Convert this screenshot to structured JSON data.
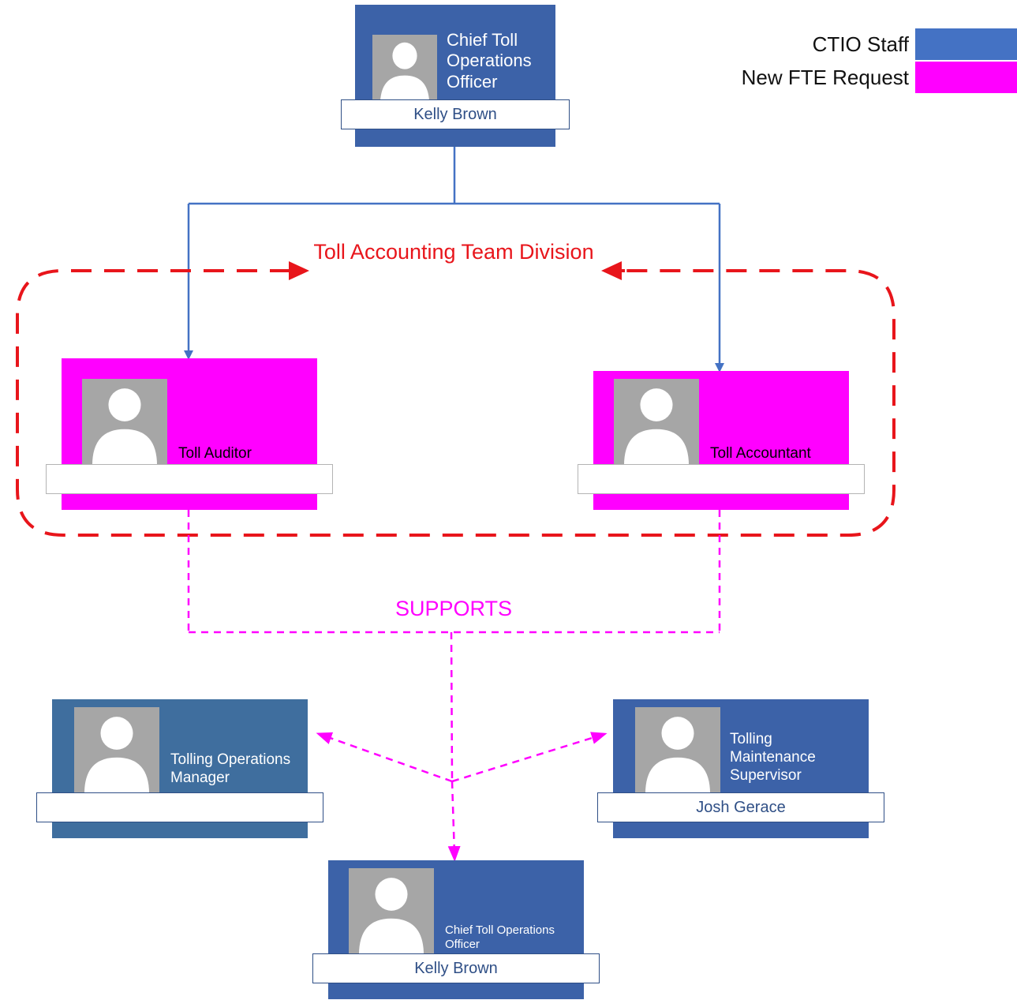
{
  "colors": {
    "ctio_staff": "#4472c4",
    "new_fte_request": "#ff00ff",
    "division_border": "#e8151b",
    "supports_line": "#ff00ff",
    "reports_line": "#4472c4"
  },
  "legend": {
    "items": [
      {
        "label": "CTIO Staff",
        "color": "#4472c4"
      },
      {
        "label": "New FTE Request",
        "color": "#ff00ff"
      }
    ]
  },
  "labels": {
    "division": "Toll Accounting Team Division",
    "supports": "SUPPORTS"
  },
  "cards": {
    "chief_top": {
      "title": "Chief Toll Operations Officer",
      "name": "Kelly Brown"
    },
    "toll_auditor": {
      "title": "Toll Auditor",
      "name": ""
    },
    "toll_accountant": {
      "title": "Toll Accountant",
      "name": ""
    },
    "tolling_ops_manager": {
      "title": "Tolling Operations Manager",
      "name": ""
    },
    "tolling_maint_supervisor": {
      "title": "Tolling Maintenance Supervisor",
      "name": "Josh Gerace"
    },
    "chief_bottom": {
      "title": "Chief Toll Operations Officer",
      "name": "Kelly Brown"
    }
  },
  "icons": {
    "photo_placeholder": "person-silhouette-icon"
  }
}
